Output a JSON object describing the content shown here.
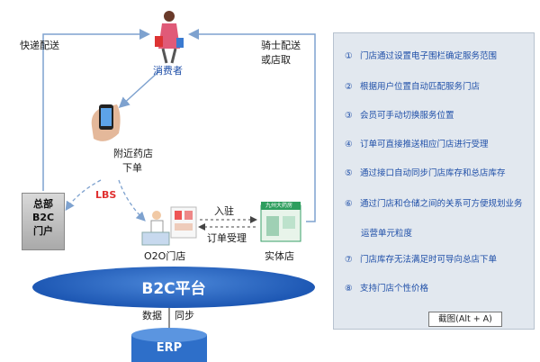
{
  "labels": {
    "consumer": "消费者",
    "express": "快递配送",
    "rider_1": "骑士配送",
    "rider_2": "或店取",
    "nearby_1": "附近药店",
    "nearby_2": "下单",
    "lbs": "LBS",
    "hq_1": "总部",
    "hq_2": "B2C",
    "hq_3": "门户",
    "settle": "入驻",
    "order": "订单受理",
    "o2o": "O2O门店",
    "physical": "实体店",
    "platform": "B2C平台",
    "data": "数据",
    "sync": "同步",
    "erp": "ERP",
    "shop_sign": "九州大药房"
  },
  "panel": {
    "items": [
      {
        "num": "①",
        "text": "门店通过设置电子围栏确定服务范围"
      },
      {
        "num": "②",
        "text": "根据用户位置自动匹配服务门店"
      },
      {
        "num": "③",
        "text": "会员可手动切换服务位置"
      },
      {
        "num": "④",
        "text": "订单可直接推送相应门店进行受理"
      },
      {
        "num": "⑤",
        "text": "通过接口自动同步门店库存和总店库存"
      },
      {
        "num": "⑥",
        "text": "通过门店和仓储之间的关系可方便规划业务"
      },
      {
        "num": "⑦",
        "text": "门店库存无法满足时可导向总店下单"
      },
      {
        "num": "⑧",
        "text": "支持门店个性价格"
      }
    ],
    "item6_cont": "运营单元粒度",
    "caption": "截图(Alt + A)"
  },
  "colors": {
    "accent": "#1f4fa8",
    "platform": "#1e58b4",
    "arrow": "#7ea2cf",
    "lbs": "#e03030"
  }
}
